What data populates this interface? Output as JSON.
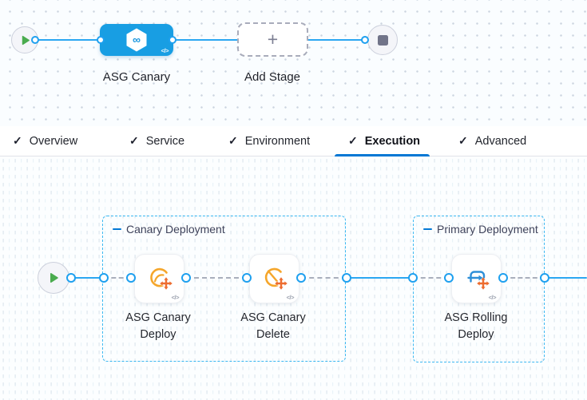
{
  "colors": {
    "accent_blue": "#0278d5",
    "stage_node_blue": "#189ee3",
    "connector_blue": "#2ba7f2",
    "group_border_blue": "#3bb8f1",
    "canary_orange": "#f5a62b",
    "scale_cross_orange": "#ed6c2f",
    "rolling_blue": "#2e8fd8",
    "play_green": "#4aab4e",
    "stop_gray": "#717489"
  },
  "glyphs": {
    "check": "✓",
    "plus": "+",
    "code": "</>",
    "infinity": "∞"
  },
  "stage_builder": {
    "stage_label": "ASG Canary",
    "add_stage_label": "Add Stage"
  },
  "tabs": [
    {
      "label": "Overview",
      "checked": true
    },
    {
      "label": "Service",
      "checked": true
    },
    {
      "label": "Environment",
      "checked": true
    },
    {
      "label": "Execution",
      "checked": true,
      "active": true
    },
    {
      "label": "Advanced",
      "checked": true
    }
  ],
  "execution": {
    "groups": [
      {
        "title": "Canary Deployment",
        "steps": [
          {
            "label": "ASG Canary Deploy",
            "icon": "asg-canary-deploy-icon"
          },
          {
            "label": "ASG Canary Delete",
            "icon": "asg-canary-delete-icon"
          }
        ]
      },
      {
        "title": "Primary Deployment",
        "steps": [
          {
            "label": "ASG Rolling Deploy",
            "icon": "asg-rolling-deploy-icon"
          }
        ]
      }
    ]
  }
}
